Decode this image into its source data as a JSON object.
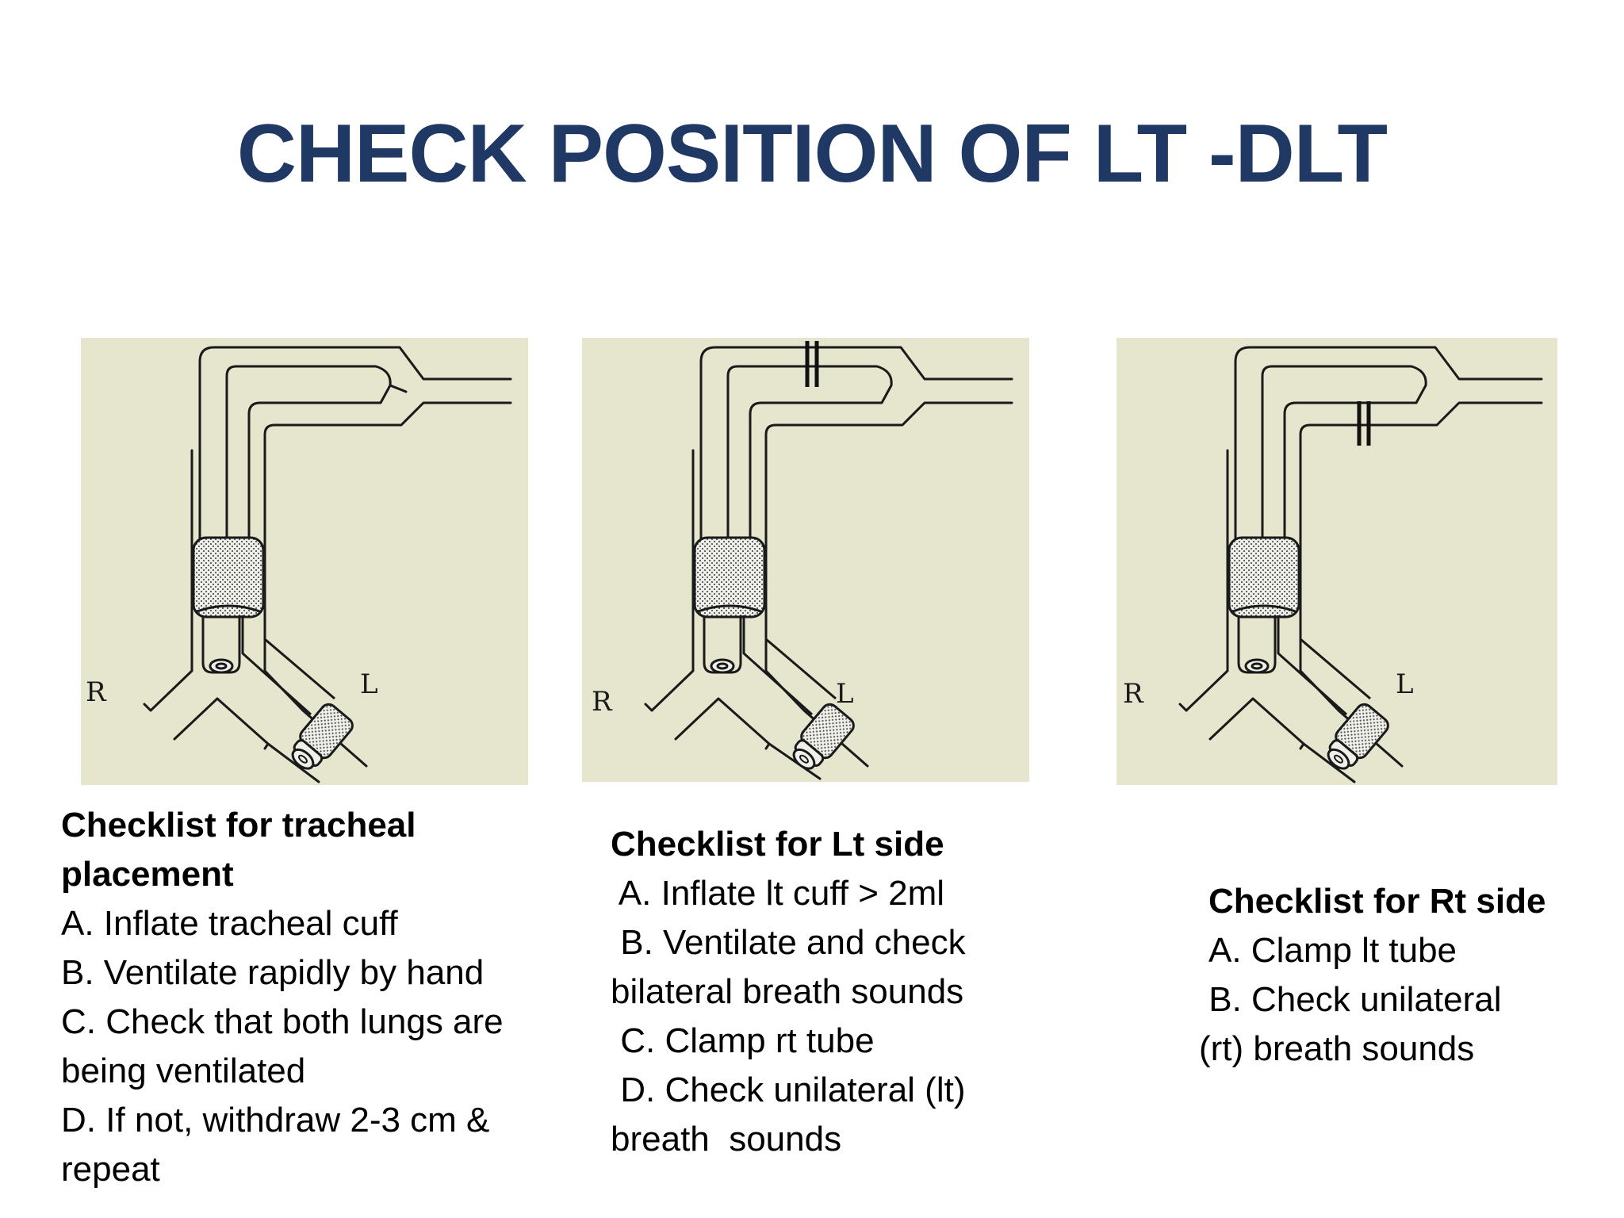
{
  "slide": {
    "title": "CHECK POSITION OF LT -DLT"
  },
  "colors": {
    "title": "#1f3864",
    "panel_background": "#e6e5cd",
    "line": "#1a1a1a"
  },
  "panels": [
    {
      "label_right": "R",
      "label_left": "L",
      "clamp": "none",
      "checklist": {
        "title_line1": "Checklist for  tracheal",
        "title_line2": "placement",
        "lines": [
          "A. Inflate tracheal cuff",
          "B. Ventilate rapidly by hand",
          "C. Check that both lungs are",
          "being ventilated",
          "D. If not, withdraw 2-3 cm &",
          "repeat"
        ]
      }
    },
    {
      "label_right": "R",
      "label_left": "L",
      "clamp": "right-lumen",
      "checklist": {
        "title_line1": "Checklist for Lt side",
        "lines": [
          " A. Inflate lt cuff > 2ml",
          " B. Ventilate and check",
          "bilateral breath sounds",
          " C. Clamp rt tube",
          " D. Check unilateral (lt)",
          "breath  sounds"
        ]
      }
    },
    {
      "label_right": "R",
      "label_left": "L",
      "clamp": "left-lumen",
      "checklist": {
        "title_line1": "Checklist for Rt side",
        "lines": [
          "A. Clamp lt tube",
          " B. Check unilateral",
          "(rt) breath sounds"
        ]
      }
    }
  ]
}
